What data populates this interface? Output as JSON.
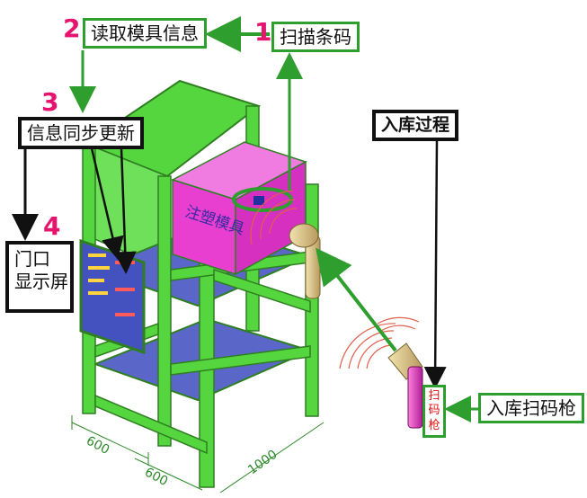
{
  "steps": [
    {
      "num": "1",
      "label": "扫描条码"
    },
    {
      "num": "2",
      "label": "读取模具信息"
    },
    {
      "num": "3",
      "label": "信息同步更新"
    },
    {
      "num": "4",
      "label_line1": "门口",
      "label_line2": "显示屏"
    }
  ],
  "process_title": "入库过程",
  "scanner_label": "入库扫码枪",
  "scanner_body_text": [
    "扫",
    "码",
    "枪"
  ],
  "box_text": "注塑模具",
  "dimensions": [
    "600",
    "600",
    "1000"
  ],
  "colors": {
    "rack": "#55d63f",
    "rack_edge": "#2f7f22",
    "shelf": "#5a66c8",
    "mold_box": "#e83fd0",
    "arrow_green": "#2e9e2e",
    "number": "#e6146e",
    "wave": "#e0604a"
  }
}
